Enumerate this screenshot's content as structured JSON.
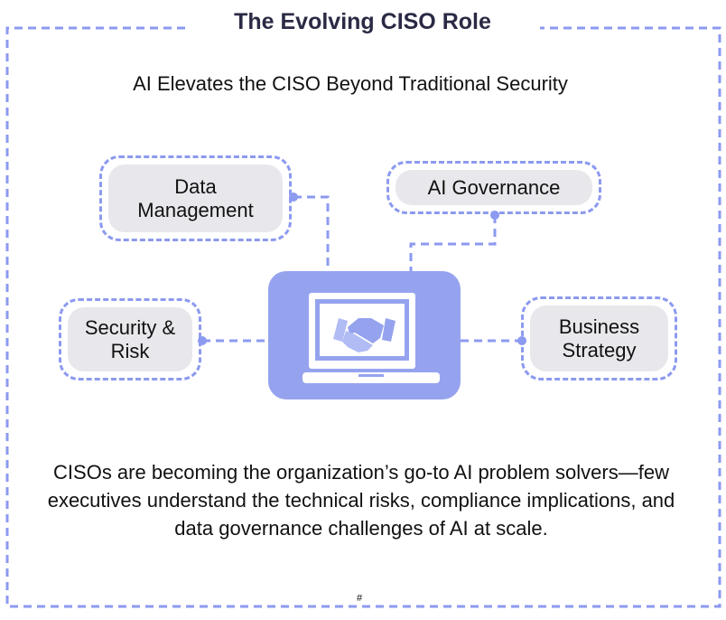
{
  "title": "The Evolving CISO Role",
  "subtitle": "AI Elevates the CISO Beyond Traditional Security",
  "nodes": {
    "data_management": "Data Management",
    "ai_governance": "AI Governance",
    "security_risk": "Security & Risk",
    "business_strategy": "Business Strategy"
  },
  "center_icon": "laptop-handshake-icon",
  "description": "CISOs are becoming the organization’s go-to AI problem solvers—few executives understand the technical risks, compliance implications, and data governance challenges of AI at scale.",
  "footer_mark": "#",
  "colors": {
    "accent": "#8c9af0",
    "center_fill": "#95a3ee",
    "pill_fill": "#e8e8ec",
    "title": "#2a2a45"
  }
}
